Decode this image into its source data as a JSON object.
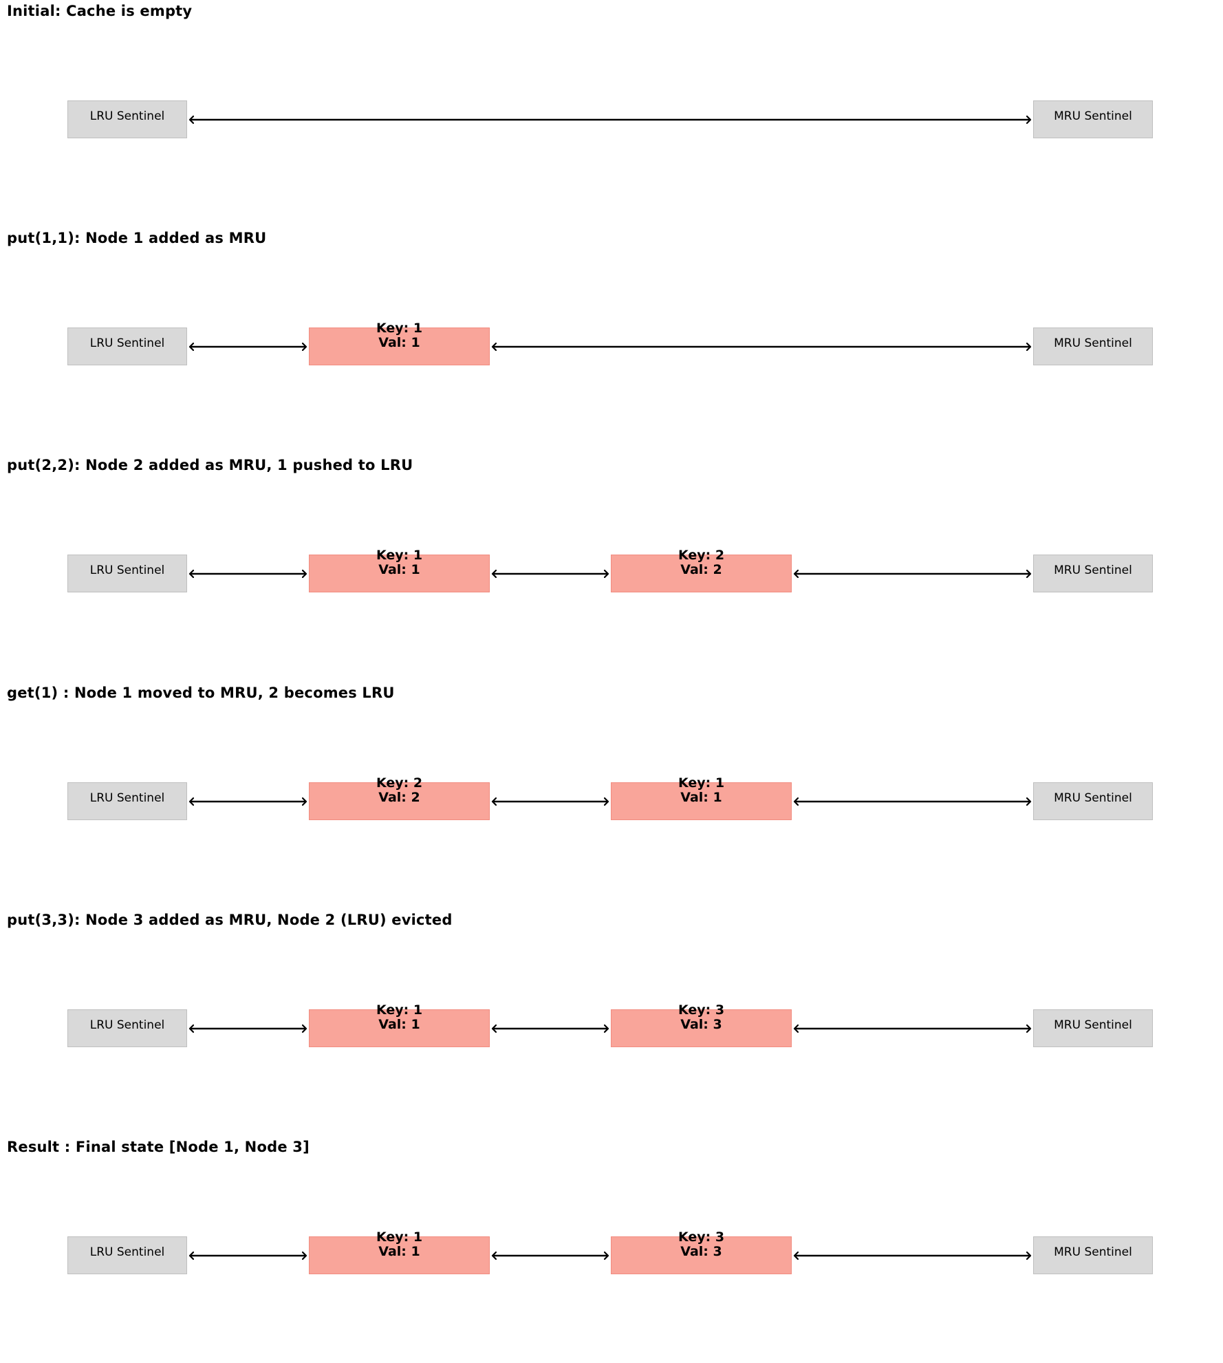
{
  "sentinels": {
    "lru_label": "LRU Sentinel",
    "mru_label": "MRU Sentinel"
  },
  "labels": {
    "key_prefix": "Key: ",
    "val_prefix": "Val: "
  },
  "colors": {
    "sentinel_fill": "#d9d9d9",
    "node_fill": "#f9a59a",
    "arrow": "#000000"
  },
  "panels": [
    {
      "title": "Initial: Cache is empty",
      "nodes": []
    },
    {
      "title": "put(1,1): Node 1 added as MRU",
      "nodes": [
        {
          "key": "1",
          "val": "1"
        }
      ]
    },
    {
      "title": "put(2,2): Node 2 added as MRU, 1 pushed to LRU",
      "nodes": [
        {
          "key": "1",
          "val": "1"
        },
        {
          "key": "2",
          "val": "2"
        }
      ]
    },
    {
      "title": "get(1) : Node 1 moved to MRU, 2 becomes LRU",
      "nodes": [
        {
          "key": "2",
          "val": "2"
        },
        {
          "key": "1",
          "val": "1"
        }
      ]
    },
    {
      "title": "put(3,3): Node 3 added as MRU, Node 2 (LRU) evicted",
      "nodes": [
        {
          "key": "1",
          "val": "1"
        },
        {
          "key": "3",
          "val": "3"
        }
      ]
    },
    {
      "title": "Result : Final state [Node 1, Node 3]",
      "nodes": [
        {
          "key": "1",
          "val": "1"
        },
        {
          "key": "3",
          "val": "3"
        }
      ]
    }
  ]
}
